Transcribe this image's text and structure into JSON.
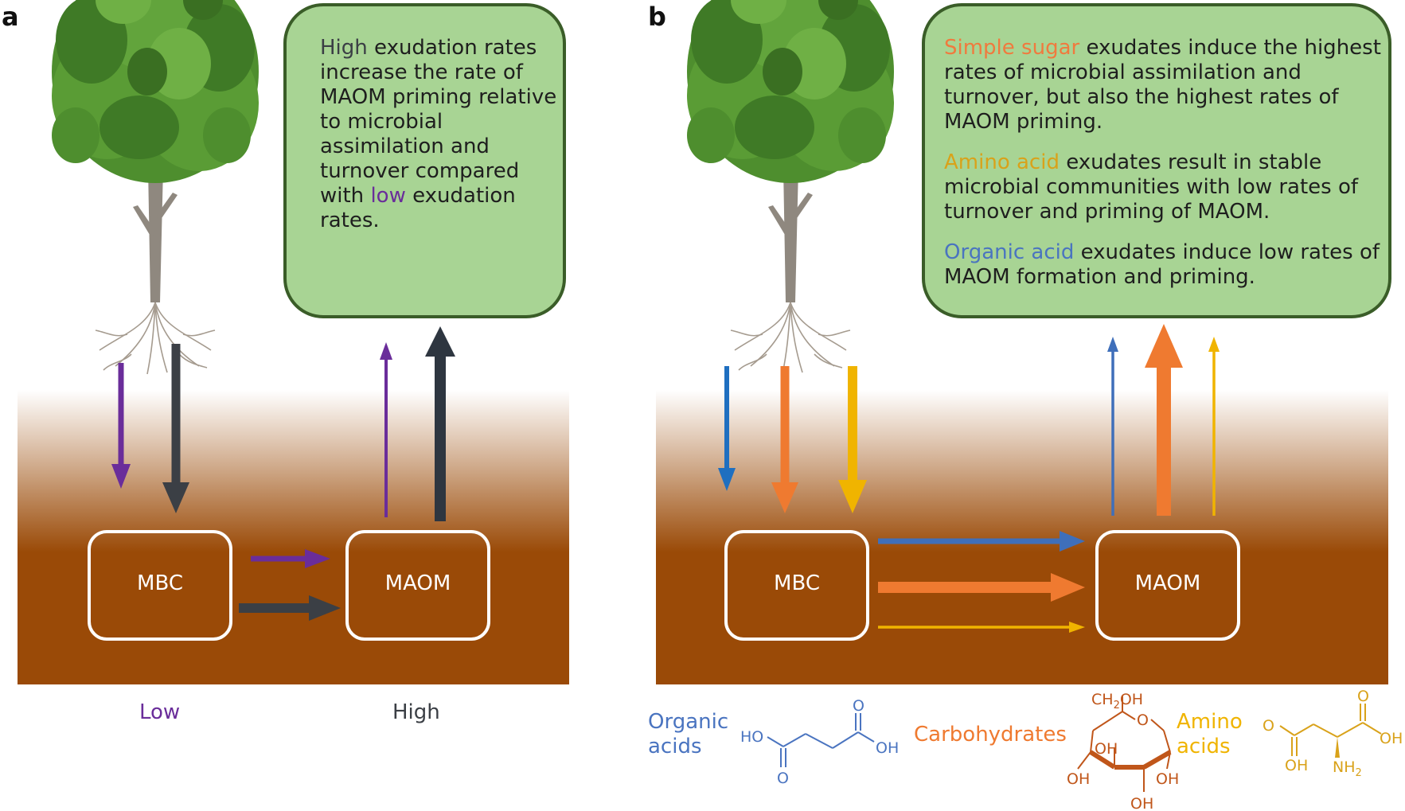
{
  "colors": {
    "soil": "#9a4a07",
    "callout_fill": "#a8d494",
    "callout_border": "#3a5d28",
    "low": "#6a2d9a",
    "high": "#3b3f45",
    "organic": "#3f6fba",
    "organic_arrow": "#1f6fc0",
    "carb": "#ef7a30",
    "amino": "#f0b400",
    "sugar_text": "#f07a3e",
    "amino_text": "#d9a21a",
    "organic_text": "#4a74c0",
    "carb_struct": "#c0561a"
  },
  "panel_a": {
    "label": "a",
    "callout": {
      "w1": "High",
      "t1": " exudation rates increase the rate of MAOM priming relative to microbial assimilation and turnover compared with ",
      "w2": "low",
      "t2": " exudation rates."
    },
    "mbc": "MBC",
    "maom": "MAOM",
    "low_label": "Low",
    "high_label": "High"
  },
  "panel_b": {
    "label": "b",
    "callouts": [
      {
        "w": "Simple sugar",
        "t": " exudates induce the highest rates of microbial assimilation and turnover, but also the highest rates of MAOM priming."
      },
      {
        "w": "Amino acid",
        "t": " exudates result in stable microbial communities with low rates of turnover and priming of MAOM."
      },
      {
        "w": "Organic acid",
        "t": " exudates induce low rates of MAOM formation and priming."
      }
    ],
    "mbc": "MBC",
    "maom": "MAOM",
    "legend": {
      "organic_1": "Organic",
      "organic_2": "acids",
      "carbohydrates": "Carbohydrates",
      "amino_1": "Amino",
      "amino_2": "acids"
    },
    "chem": {
      "succ_ho": "HO",
      "succ_oh": "OH",
      "o": "O",
      "ch2oh": "CH",
      "ch2oh_sub": "2",
      "ch2oh_end": "OH",
      "ring_o": "O",
      "ring_oh": "OH",
      "asp_nh": "NH",
      "asp_nh_sub": "2"
    }
  }
}
